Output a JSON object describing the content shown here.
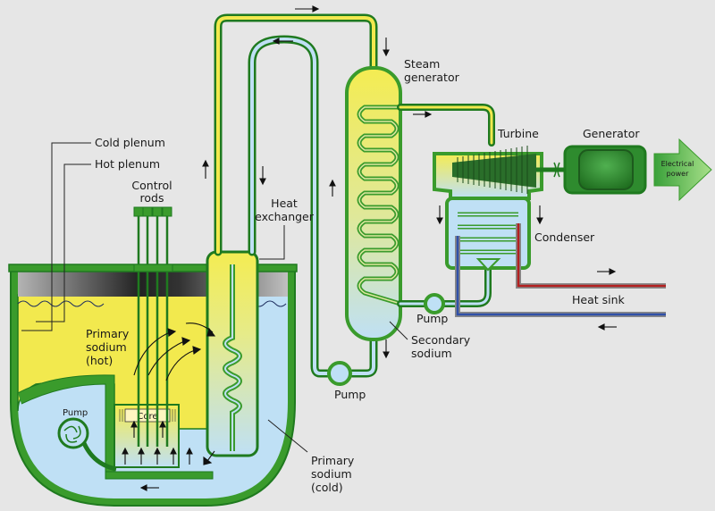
{
  "labels": {
    "cold_plenum": "Cold plenum",
    "hot_plenum": "Hot plenum",
    "control_rods_1": "Control",
    "control_rods_2": "rods",
    "heat_exchanger_1": "Heat",
    "heat_exchanger_2": "exchanger",
    "steam_generator_1": "Steam",
    "steam_generator_2": "generator",
    "turbine": "Turbine",
    "generator": "Generator",
    "electrical_power_1": "Electrical",
    "electrical_power_2": "power",
    "condenser": "Condenser",
    "heat_sink": "Heat sink",
    "pump_condenser": "Pump",
    "pump_secondary": "Pump",
    "pump_primary": "Pump",
    "secondary_sodium_1": "Secondary",
    "secondary_sodium_2": "sodium",
    "primary_hot_1": "Primary",
    "primary_hot_2": "sodium",
    "primary_hot_3": "(hot)",
    "core": "Core",
    "primary_cold_1": "Primary",
    "primary_cold_2": "sodium",
    "primary_cold_3": "(cold)"
  },
  "colors": {
    "background": "#e6e6e6",
    "pipe_green": "#3a9b2c",
    "pipe_green_dark": "#1f7a1f",
    "hot_sodium": "#f2e94e",
    "cold_sodium": "#bfe0f5",
    "argon_gas": "#8a8a8a",
    "heat_sink_red": "#b32020",
    "heat_sink_blue": "#3050a8",
    "generator_green": "#2e8b2e"
  }
}
